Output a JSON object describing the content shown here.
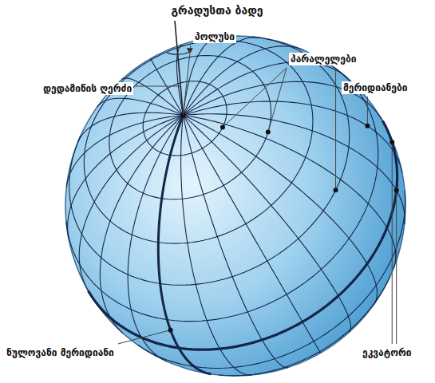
{
  "diagram": {
    "title": "გრადუსთა ბადე",
    "labels": [
      "პოლუსი",
      "პარალელები",
      "მერიდიანები",
      "დედამიწის ღერძი",
      "ნულოვანი მერიდიანი",
      "ეკვატორი"
    ]
  }
}
